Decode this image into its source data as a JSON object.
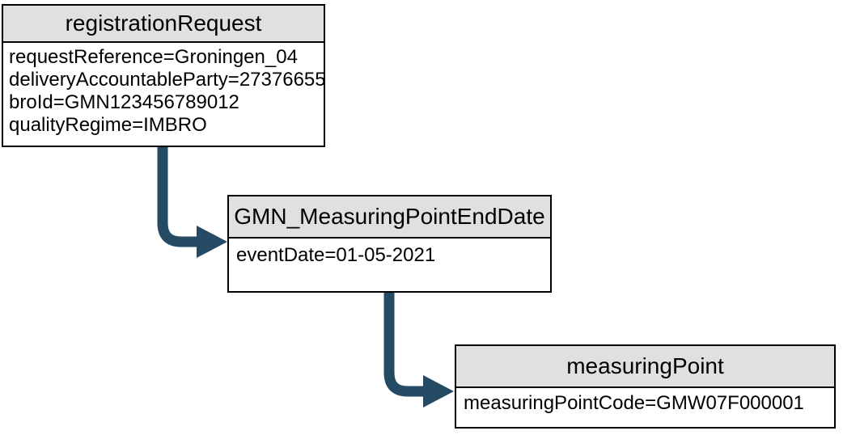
{
  "diagram": {
    "background": "#ffffff",
    "border_color": "#000000",
    "header_fill": "#e0e0e0",
    "arrow_color": "#254a63",
    "nodes": [
      {
        "title": "registrationRequest",
        "attributes": [
          "requestReference=Groningen_04",
          "deliveryAccountableParty=27376655",
          "broId=GMN123456789012",
          "qualityRegime=IMBRO"
        ]
      },
      {
        "title": "GMN_MeasuringPointEndDate",
        "attributes": [
          "eventDate=01-05-2021"
        ]
      },
      {
        "title": "measuringPoint",
        "attributes": [
          "measuringPointCode=GMW07F000001"
        ]
      }
    ],
    "connectors": [
      {
        "from": "registrationRequest",
        "to": "GMN_MeasuringPointEndDate"
      },
      {
        "from": "GMN_MeasuringPointEndDate",
        "to": "measuringPoint"
      }
    ]
  }
}
